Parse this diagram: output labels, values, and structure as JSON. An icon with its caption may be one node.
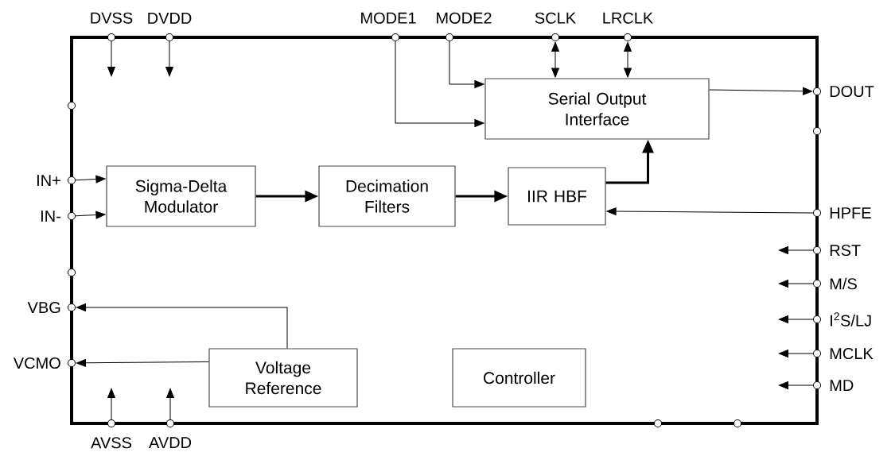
{
  "diagram": {
    "nodes": [
      {
        "text": [],
        "shape": "box"
      },
      {
        "text": [
          "DVSS"
        ]
      },
      {
        "text": [
          "DVDD"
        ]
      },
      {
        "text": [
          "MODE1"
        ]
      },
      {
        "text": [
          "MODE2"
        ]
      },
      {
        "text": [
          "SCLK"
        ]
      },
      {
        "text": [
          "LRCLK"
        ]
      },
      {
        "text": [
          "Serial Output Interface"
        ],
        "in": 0
      },
      {
        "text": [
          "DOUT"
        ]
      },
      {
        "text": [],
        "shape": "circle"
      },
      {
        "text": [],
        "shape": "circle"
      },
      {
        "text": [
          "IN+"
        ]
      },
      {
        "text": [
          "Sigma-Delta Modulator"
        ],
        "in": 0
      },
      {
        "text": [
          "Decimation Filters"
        ],
        "in": 0
      },
      {
        "text": [
          "IIR HBF"
        ],
        "in": 0
      },
      {
        "text": [
          "HPFE"
        ]
      },
      {
        "text": [
          "IN-"
        ]
      },
      {
        "text": [
          "RST"
        ]
      },
      {
        "text": [],
        "shape": "circle"
      },
      {
        "text": [
          "M/S"
        ]
      },
      {
        "text": [
          "VBG"
        ]
      },
      {
        "text": [
          "I$^{2}$S/LJ"
        ]
      },
      {
        "text": [
          "MCLK"
        ]
      },
      {
        "text": [
          "VCMO"
        ]
      },
      {
        "text": [
          "Voltage Reference"
        ],
        "in": 0
      },
      {
        "text": [
          "Controller"
        ],
        "in": 0
      },
      {
        "text": [
          "MD"
        ]
      },
      {
        "text": [
          "AVSS"
        ]
      },
      {
        "text": [
          "AVDD"
        ]
      },
      {
        "text": [],
        "shape": "circle"
      },
      {
        "text": [],
        "shape": "circle"
      }
    ],
    "edges": [
      {
        "from": 1,
        "to": null,
        "arrow": "to"
      },
      {
        "from": 2,
        "to": null,
        "arrow": "to"
      },
      {
        "from": 3,
        "to": 7,
        "arrow": "to"
      },
      {
        "from": 4,
        "to": 7,
        "arrow": "to"
      },
      {
        "from": 5,
        "to": 7,
        "arrow": "both"
      },
      {
        "from": 6,
        "to": 7,
        "arrow": "both"
      },
      {
        "from": 7,
        "to": 8,
        "arrow": "to"
      },
      {
        "from": 11,
        "to": 12,
        "arrow": "to"
      },
      {
        "from": 16,
        "to": 12,
        "arrow": "to"
      },
      {
        "from": 12,
        "to": 13,
        "arrow": "to",
        "style": "thick"
      },
      {
        "from": 13,
        "to": 14,
        "arrow": "to",
        "style": "thick"
      },
      {
        "from": 14,
        "to": 7,
        "arrow": "to",
        "style": "thick"
      },
      {
        "from": 15,
        "to": 14,
        "arrow": "to"
      },
      {
        "from": 17,
        "to": null,
        "arrow": "to"
      },
      {
        "from": 19,
        "to": null,
        "arrow": "to"
      },
      {
        "from": 21,
        "to": null,
        "arrow": "to"
      },
      {
        "from": 22,
        "to": null,
        "arrow": "to"
      },
      {
        "from": 26,
        "to": null,
        "arrow": "to"
      },
      {
        "from": 24,
        "to": 20,
        "arrow": "to"
      },
      {
        "from": 24,
        "to": 23,
        "arrow": "to"
      },
      {
        "from": 27,
        "to": null,
        "arrow": "to"
      },
      {
        "from": 28,
        "to": null,
        "arrow": "to"
      }
    ]
  }
}
